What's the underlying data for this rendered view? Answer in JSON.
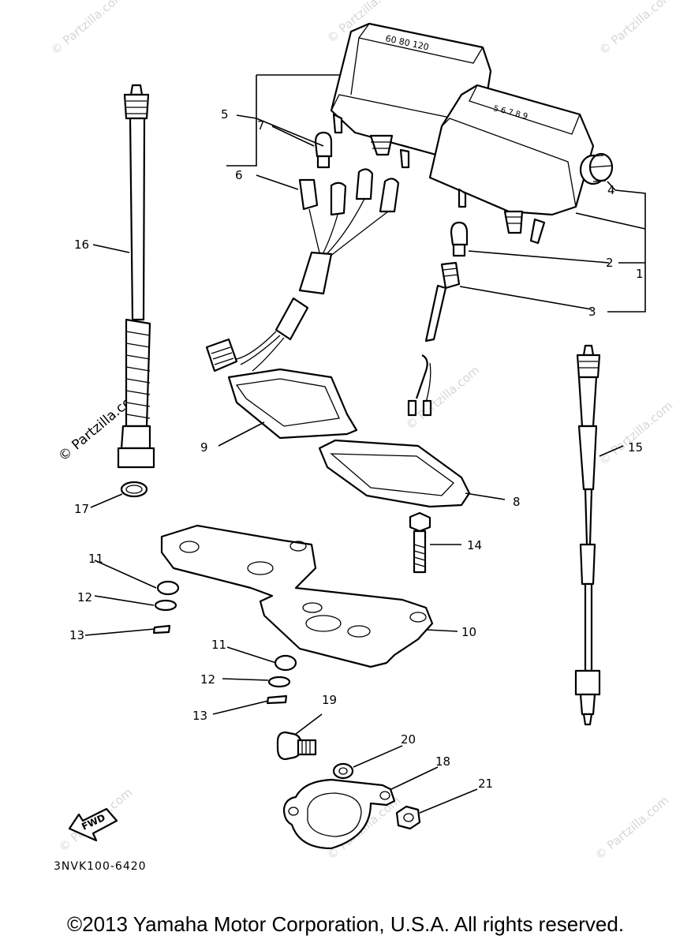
{
  "callouts": [
    "1",
    "2",
    "3",
    "4",
    "5",
    "6",
    "7",
    "8",
    "9",
    "10",
    "11",
    "12",
    "13",
    "14",
    "15",
    "16",
    "17",
    "18",
    "19",
    "20",
    "21"
  ],
  "callouts_repeat": {
    "11b": "11",
    "12b": "12",
    "13b": "13"
  },
  "diagram_code": "3NVK100-6420",
  "fwd_label": "FWD",
  "watermark": "© Partzilla.com",
  "copyright": "©2013  Yamaha Motor Corporation, U.S.A. All rights reserved."
}
